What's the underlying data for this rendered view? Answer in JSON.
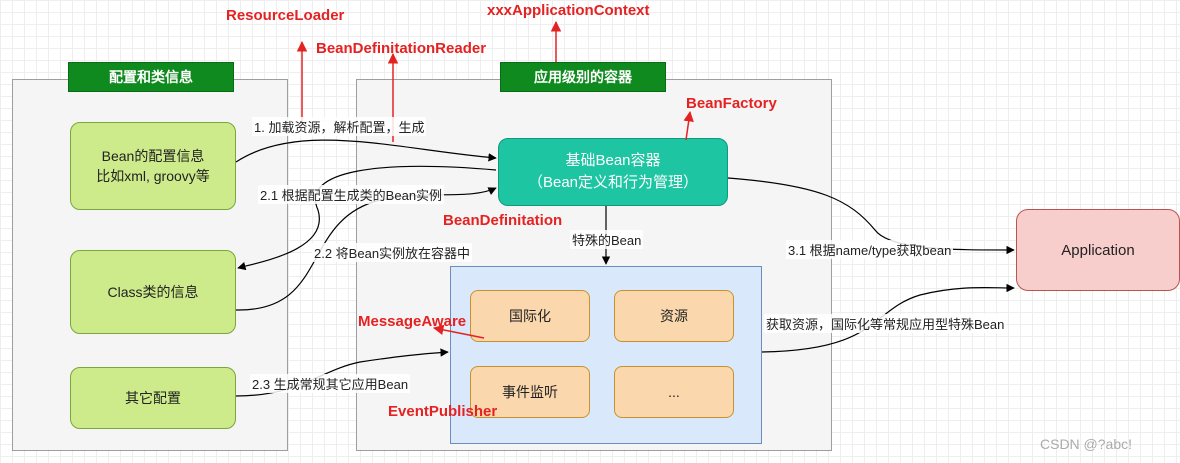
{
  "colors": {
    "tag_green": "#0f8a1e",
    "green_box": "#cdeb8b",
    "teal_box": "#1dc5a3",
    "blue_box": "#dae8fc",
    "orange_box": "#fad7ac",
    "pink_box": "#f8cecc",
    "red_text": "#e52222"
  },
  "left_panel": {
    "title": "配置和类信息"
  },
  "right_panel": {
    "title": "应用级别的容器"
  },
  "nodes": {
    "bean_config": {
      "line1": "Bean的配置信息",
      "line2": "比如xml, groovy等"
    },
    "class_info": "Class类的信息",
    "other_config": "其它配置",
    "core_container": {
      "line1": "基础Bean容器",
      "line2": "（Bean定义和行为管理）"
    },
    "i18n": "国际化",
    "resource": "资源",
    "event_listener": "事件监听",
    "ellipsis": "...",
    "application": "Application"
  },
  "edge_labels": {
    "load": "1. 加载资源，解析配置，生成",
    "generate_instance": "2.1  根据配置生成类的Bean实例",
    "put_instance": "2.2 将Bean实例放在容器中",
    "generate_other": "2.3 生成常规其它应用Bean",
    "special_bean": "特殊的Bean",
    "get_bean": "3.1 根据name/type获取bean",
    "get_resources": "获取资源，国际化等常规应用型特殊Bean"
  },
  "annotations": {
    "resource_loader": "ResourceLoader",
    "definition_reader": "BeanDefinitationReader",
    "application_context": "xxxApplicationContext",
    "bean_factory": "BeanFactory",
    "bean_definition": "BeanDefinitation",
    "message_aware": "MessageAware",
    "event_publisher": "EventPublisher"
  },
  "watermark": "CSDN @?abc!"
}
